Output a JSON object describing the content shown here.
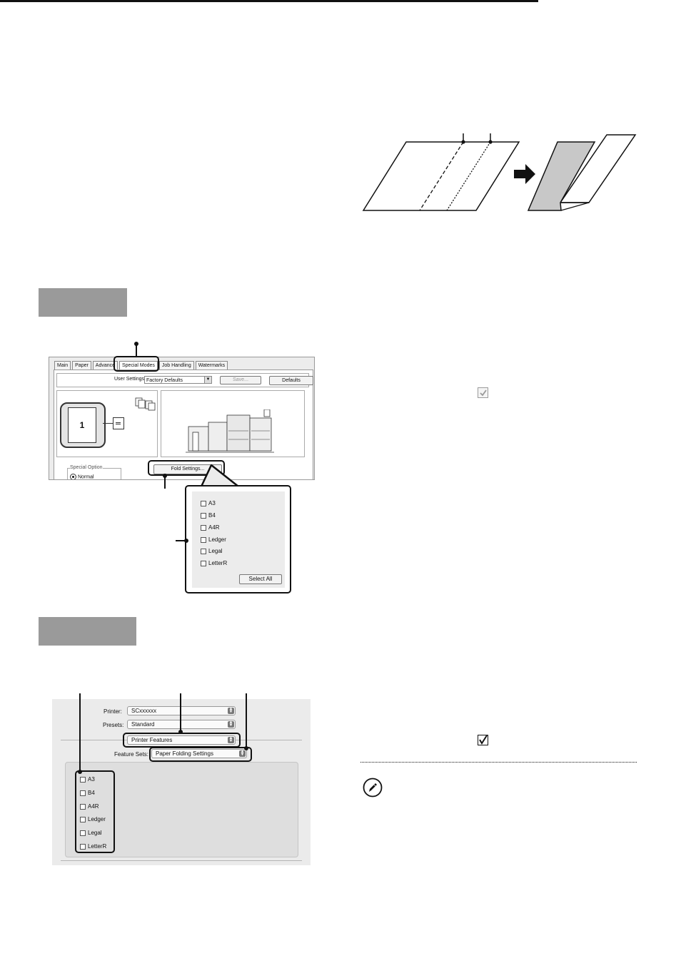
{
  "windows_dialog": {
    "tabs": [
      "Main",
      "Paper",
      "Advance",
      "Special Modes",
      "Job Handling",
      "Watermarks"
    ],
    "user_settings_label": "User Settings:",
    "user_settings_value": "Factory Defaults",
    "save_button": "Save...",
    "defaults_button": "Defaults",
    "preview_page_number": "1",
    "special_option_label": "Special Option",
    "normal_radio": "Normal",
    "fold_settings_button": "Fold Settings..."
  },
  "fold_popup": {
    "items": [
      "A3",
      "B4",
      "A4R",
      "Ledger",
      "Legal",
      "LetterR"
    ],
    "select_all_button": "Select All"
  },
  "mac_dialog": {
    "printer_label": "Printer:",
    "printer_value": "SCxxxxxx",
    "presets_label": "Presets:",
    "presets_value": "Standard",
    "panel_value": "Printer Features",
    "feature_sets_label": "Feature Sets:",
    "feature_sets_value": "Paper Folding Settings",
    "items": [
      "A3",
      "B4",
      "A4R",
      "Ledger",
      "Legal",
      "LetterR"
    ]
  },
  "colors": {
    "step_bar": "#9a9a9a",
    "fold_shade": "#c8c8c8",
    "dialog_bg": "#ececec"
  },
  "icons": {
    "fold_arrow": "right-arrow-icon",
    "gray_checkbox": "checked-checkbox-gray-icon",
    "black_checkbox": "checked-checkbox-icon",
    "note": "pencil-note-icon"
  }
}
